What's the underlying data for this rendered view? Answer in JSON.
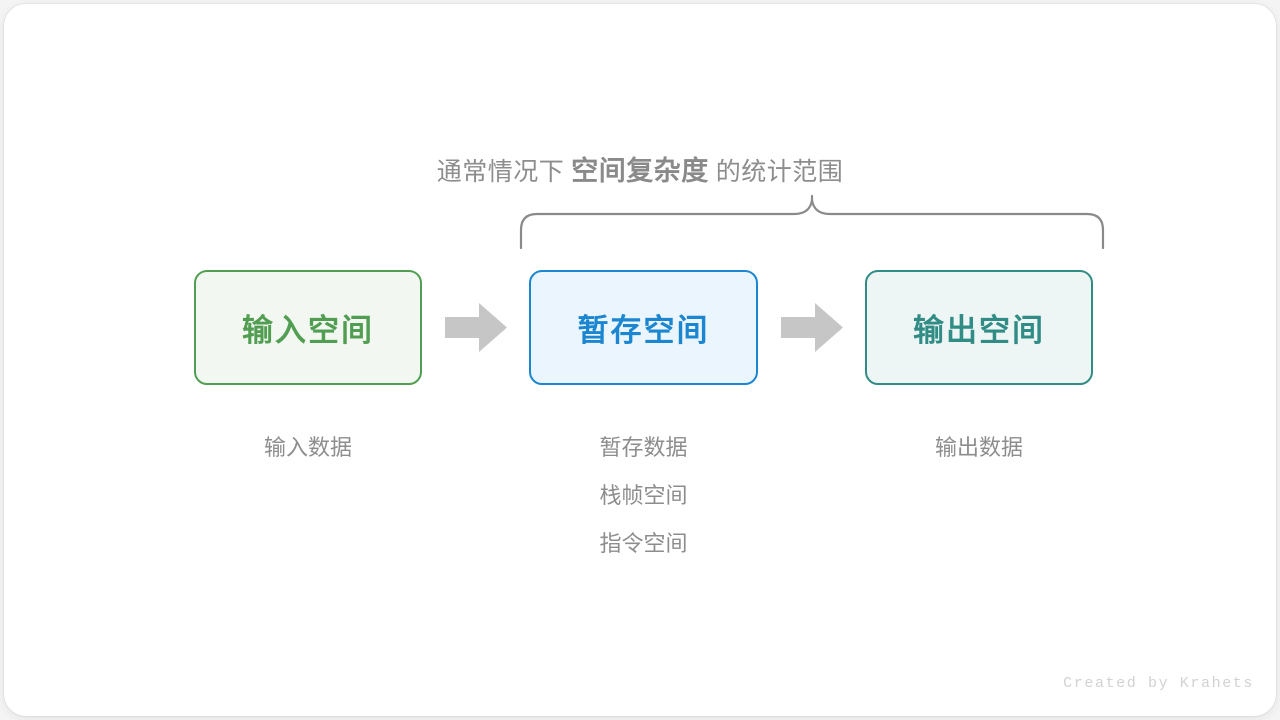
{
  "canvas": {
    "background": "#f4f4f4",
    "card_background": "#ffffff"
  },
  "caption": {
    "prefix": "通常情况下",
    "emphasis": "空间复杂度",
    "suffix": "的统计范围",
    "color": "#8d8d8d"
  },
  "brace": {
    "name": "curly-brace",
    "color": "#8a8a8a",
    "spans_boxes": [
      "暂存空间",
      "输出空间"
    ]
  },
  "boxes": [
    {
      "id": "input",
      "title": "输入空间",
      "border_color": "#519e52",
      "fill_color": "#f2f8f1",
      "text_color": "#519e52"
    },
    {
      "id": "temp",
      "title": "暂存空间",
      "border_color": "#1c86d1",
      "fill_color": "#eaf5fd",
      "text_color": "#1c86d1"
    },
    {
      "id": "output",
      "title": "输出空间",
      "border_color": "#308c85",
      "fill_color": "#eef6f5",
      "text_color": "#308c85"
    }
  ],
  "arrows": [
    {
      "id": "arrow-1",
      "color": "#c6c6c6",
      "direction": "right"
    },
    {
      "id": "arrow-2",
      "color": "#c6c6c6",
      "direction": "right"
    }
  ],
  "labels": {
    "input": [
      "输入数据"
    ],
    "temp": [
      "暂存数据",
      "栈帧空间",
      "指令空间"
    ],
    "output": [
      "输出数据"
    ],
    "color": "#8d8d8d"
  },
  "credit": {
    "text": "Created by Krahets",
    "color": "#d2d2d2"
  }
}
